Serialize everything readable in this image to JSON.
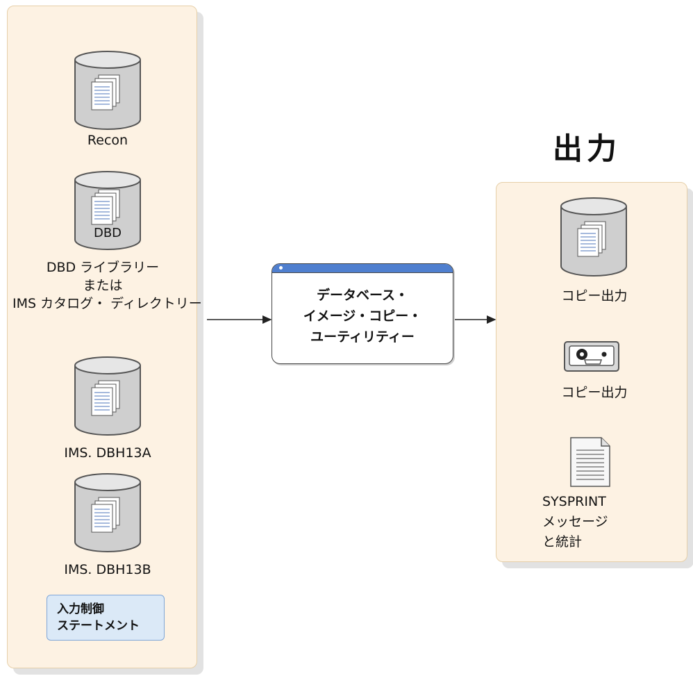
{
  "output_heading": "出力",
  "inputs": {
    "recon": {
      "label": "Recon"
    },
    "dbd": {
      "disk_label": "DBD",
      "label_lines": [
        "DBD ライブラリー",
        "または",
        "IMS カタログ・ ディレクトリー"
      ]
    },
    "dbh13a": {
      "label": "IMS. DBH13A"
    },
    "dbh13b": {
      "label": "IMS. DBH13B"
    },
    "control_statements": {
      "line1": "入力制御",
      "line2": "ステートメント"
    }
  },
  "utility": {
    "line1": "データベース・",
    "line2": "イメージ・コピー・",
    "line3": "ユーティリティー"
  },
  "outputs": {
    "copy_disk": {
      "label": "コピー出力"
    },
    "copy_tape": {
      "label": "コピー出力"
    },
    "sysprint": {
      "line1": "SYSPRINT",
      "line2": "メッセージ",
      "line3": "と統計"
    }
  },
  "colors": {
    "panel_bg": "#fdf2e3",
    "panel_border": "#e6cfa8",
    "titlebar": "#4f7fcf",
    "control_bg": "#dbe9f7"
  }
}
